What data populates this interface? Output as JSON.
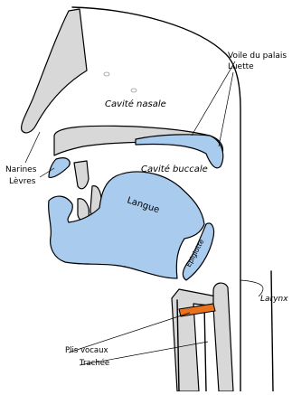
{
  "labels": {
    "voile_du_palais": "Voile du palais",
    "luette": "Luette",
    "cavite_nasale": "Cavité nasale",
    "narines": "Narines",
    "levres": "Lèvres",
    "cavite_buccale": "Cavité buccale",
    "langue": "Langue",
    "epiglotte": "Epiglotte",
    "larynx": "Larynx",
    "plis_vocaux": "Plis vocaux",
    "trachee": "Trachée"
  },
  "colors": {
    "soft_tissue": "#a8cbee",
    "bone_cartilage": "#d8d8d8",
    "vocal_folds": "#e8731c",
    "outline": "#000000"
  }
}
